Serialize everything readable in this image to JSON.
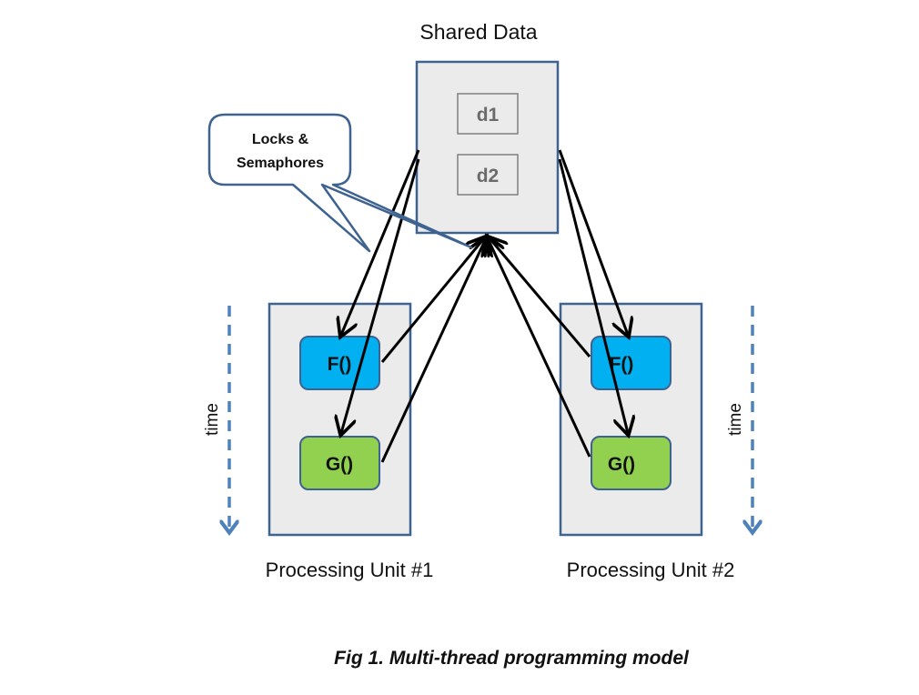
{
  "shared_data": {
    "title": "Shared Data",
    "items": [
      "d1",
      "d2"
    ]
  },
  "callout": {
    "line1": "Locks &",
    "line2": "Semaphores"
  },
  "units": [
    {
      "label": "Processing Unit #1",
      "functions": [
        "F()",
        "G()"
      ],
      "time_label": "time"
    },
    {
      "label": "Processing Unit #2",
      "functions": [
        "F()",
        "G()"
      ],
      "time_label": "time"
    }
  ],
  "caption": "Fig 1. Multi-thread programming model",
  "colors": {
    "box_fill": "#ebebeb",
    "box_stroke": "#3e6390",
    "func_f": "#00b0f0",
    "func_g": "#92d050",
    "time_arrow": "#4f81bd",
    "data_text": "#6b6b6b"
  }
}
